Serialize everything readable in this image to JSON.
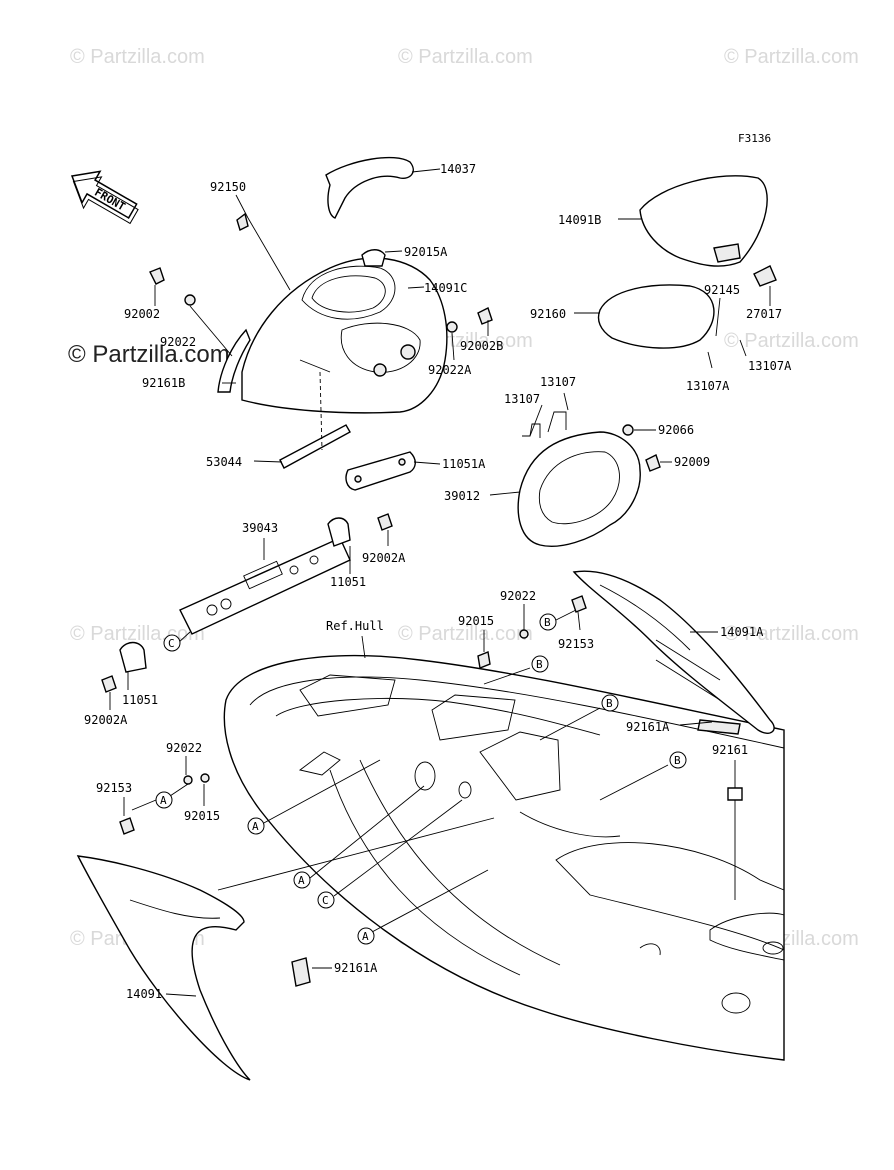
{
  "figure_code": "F3136",
  "front_label": "FRONT",
  "watermark": "© Partzilla.com",
  "ref_hull": "Ref.Hull",
  "ref_letters": {
    "a": "A",
    "b": "B",
    "c": "C"
  },
  "parts": {
    "p14037": "14037",
    "p92150": "92150",
    "p92015A": "92015A",
    "p14091C": "14091C",
    "p92002": "92002",
    "p92022_top": "92022",
    "p92002B": "92002B",
    "p92022A": "92022A",
    "p92161B": "92161B",
    "p53044": "53044",
    "p11051A": "11051A",
    "p14091B": "14091B",
    "p92160": "92160",
    "p92145": "92145",
    "p27017": "27017",
    "p13107A_1": "13107A",
    "p13107A_2": "13107A",
    "p13107_1": "13107",
    "p13107_2": "13107",
    "p92066": "92066",
    "p92009": "92009",
    "p39012": "39012",
    "p39043": "39043",
    "p92002A_1": "92002A",
    "p11051_1": "11051",
    "p92022_mid": "92022",
    "p92015_mid": "92015",
    "p92153_mid": "92153",
    "p14091A": "14091A",
    "p11051_2": "11051",
    "p92002A_2": "92002A",
    "p92161A_1": "92161A",
    "p92161": "92161",
    "p92022_low": "92022",
    "p92153_low": "92153",
    "p92015_low": "92015",
    "p14091": "14091",
    "p92161A_2": "92161A"
  }
}
